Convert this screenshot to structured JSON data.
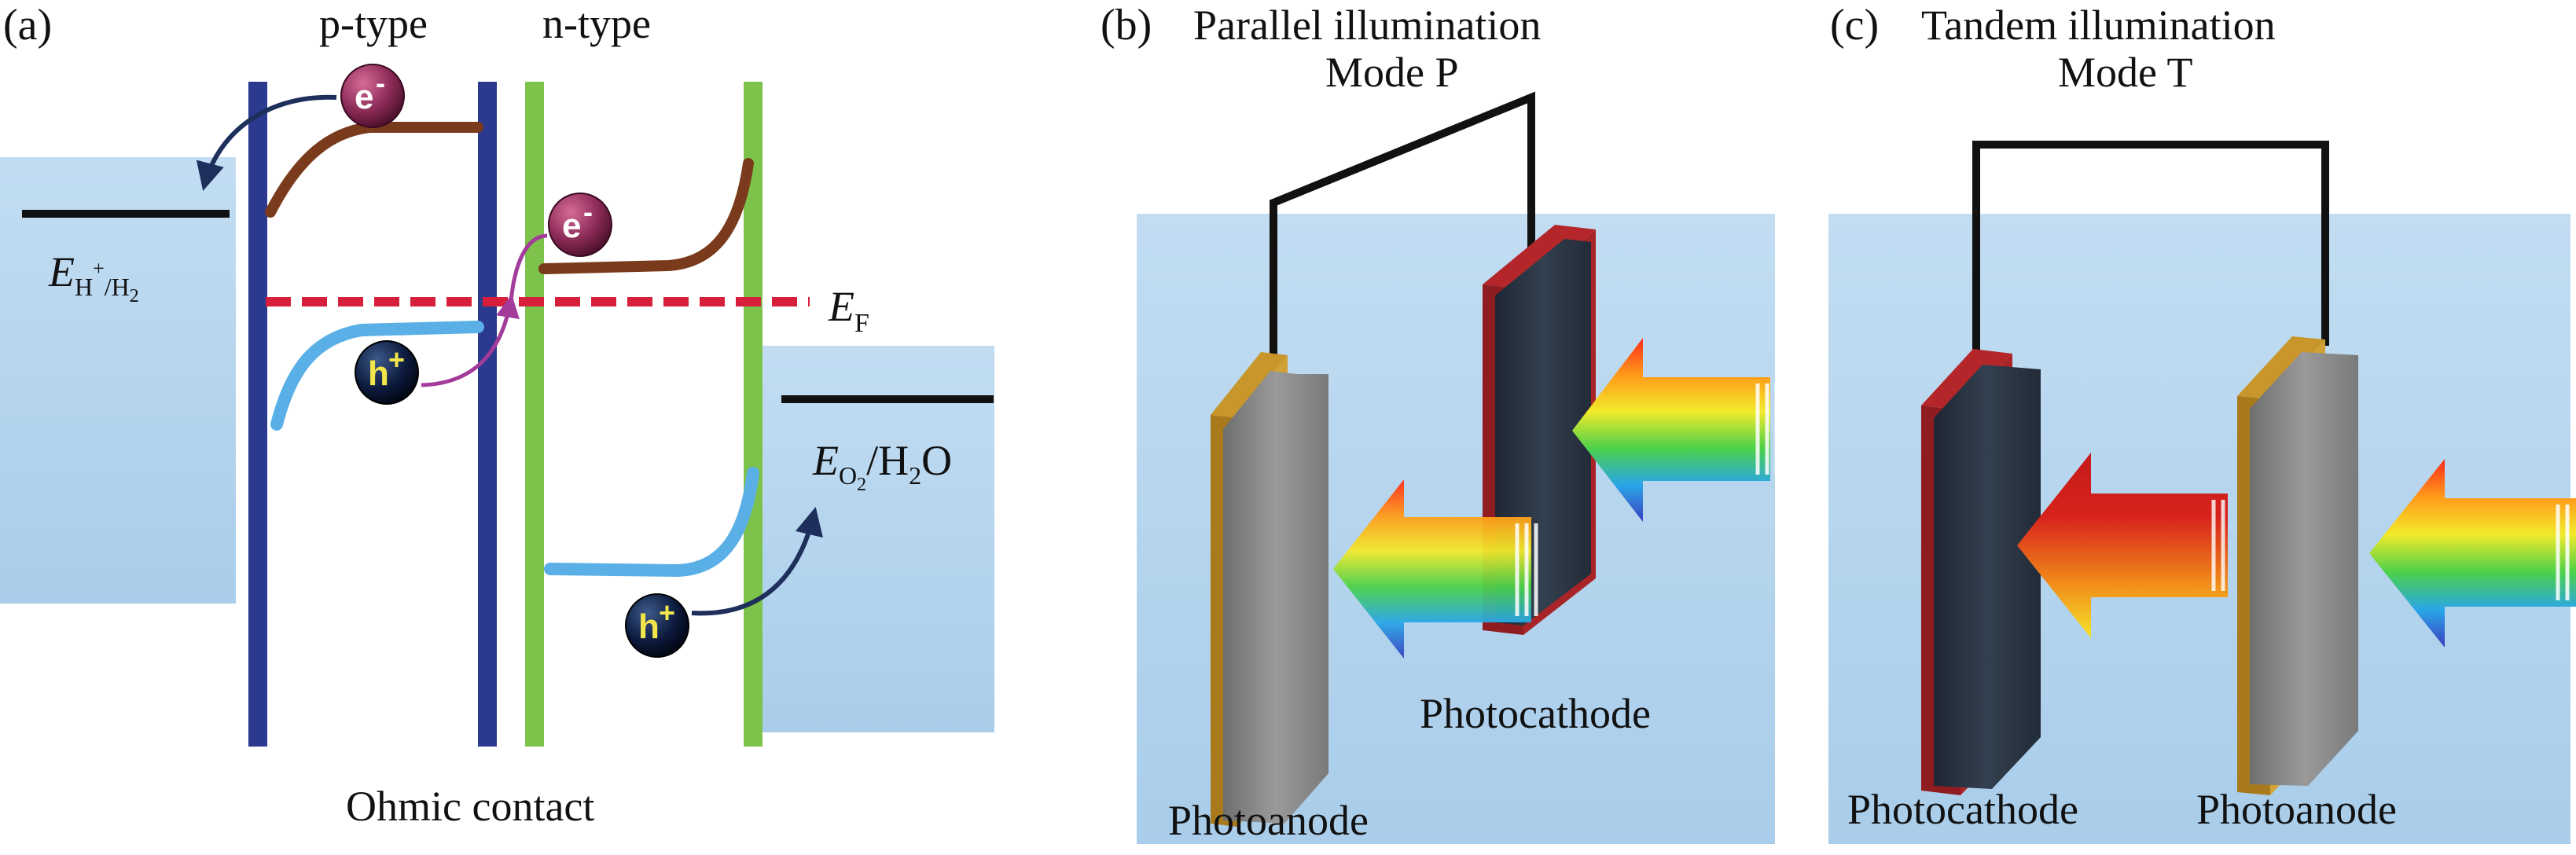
{
  "panel_a": {
    "label": "(a)",
    "p_type": "p-type",
    "n_type": "n-type",
    "electron": "e",
    "electron_sup": "-",
    "hole": "h",
    "hole_sup": "+",
    "hplus_e": "E",
    "hplus_sub": "H",
    "hplus_sup": "+",
    "hplus_tail": "/H",
    "hplus_tail_sub": "2",
    "fermi_e": "E",
    "fermi_sub": "F",
    "o2_e": "E",
    "o2_sub": "O",
    "o2_sub2": "2",
    "o2_tail": "/H",
    "o2_tail_sub": "2",
    "o2_tail_end": "O",
    "ohmic": "Ohmic contact"
  },
  "panel_b": {
    "label": "(b)",
    "title": "Parallel illumination",
    "mode": "Mode P",
    "photocathode": "Photocathode",
    "photoanode": "Photoanode"
  },
  "panel_c": {
    "label": "(c)",
    "title": "Tandem illumination",
    "mode": "Mode T",
    "photocathode": "Photocathode",
    "photoanode": "Photoanode"
  },
  "colors": {
    "electrolyte": "#bcd9f0",
    "p_band": "#2b3a8f",
    "n_band": "#7cc24b",
    "conduction": "#7a3b1c",
    "valence": "#5ab0e6",
    "fermi": "#d61f3a",
    "electron": "#8a2a56",
    "hole": "#0d1b3e",
    "photoanode": "#8a8a8a",
    "photoanode_edge": "#c8962a",
    "photocathode": "#2c3645",
    "photocathode_edge": "#b4262a"
  }
}
